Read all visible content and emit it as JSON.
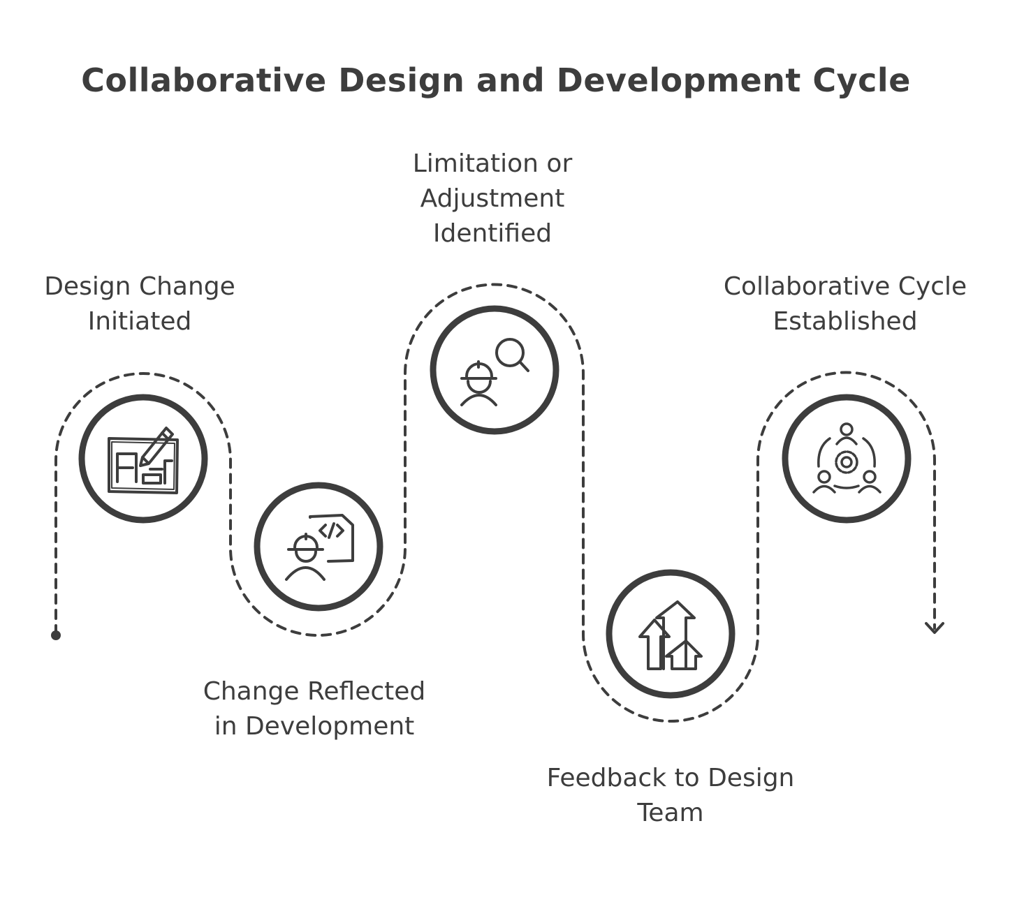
{
  "title": "Collaborative Design and Development Cycle",
  "steps": [
    {
      "label": "Design Change\nInitiated",
      "icon": "blueprint-pencil-icon"
    },
    {
      "label": "Change Reflected\nin Development",
      "icon": "developer-code-icon"
    },
    {
      "label": "Limitation or\nAdjustment\nIdentified",
      "icon": "inspector-search-icon"
    },
    {
      "label": "Feedback to Design\nTeam",
      "icon": "arrows-up-icon"
    },
    {
      "label": "Collaborative Cycle\nEstablished",
      "icon": "team-gear-icon"
    }
  ],
  "colors": {
    "stroke": "#3d3d3d",
    "background": "#ffffff"
  }
}
